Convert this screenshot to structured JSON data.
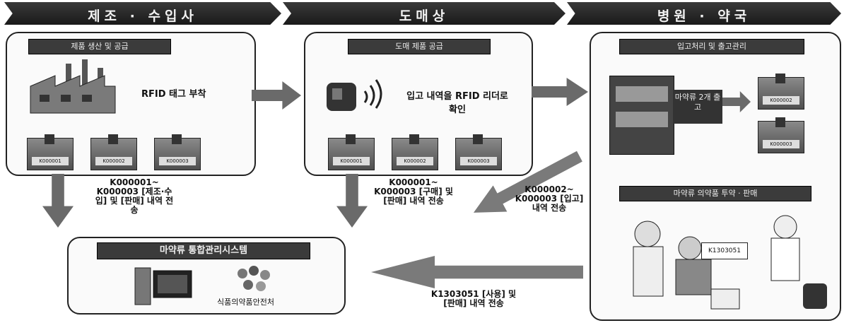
{
  "banners": [
    {
      "label": "제조 · 수입사"
    },
    {
      "label": "도매상"
    },
    {
      "label": "병원 · 약국"
    }
  ],
  "manufacturer": {
    "section_label": "제품 생산 및 공급",
    "rfid_text": "RFID 태그 부착",
    "crate_tags": [
      "K000001",
      "K000002",
      "K000003"
    ]
  },
  "wholesaler": {
    "section_label": "도매 제품 공급",
    "reader_text": "입고 내역을 RFID 리더로 확인",
    "crate_tags": [
      "K000001",
      "K000002",
      "K000003"
    ]
  },
  "hospital": {
    "section_label": "입고처리 및 출고관리",
    "stock_text": "마약류 2개 출고",
    "crate_tags": [
      "K000002",
      "K000003"
    ],
    "section_label2": "마약류 의약품 투약 · 판매",
    "patient_tag": "K1303051"
  },
  "captions": {
    "left": "K000001~ K000003 [제조·수입] 및 [판매] 내역 전송",
    "middle": "K000001~ K000003 [구매] 및 [판매] 내역 전송",
    "right": "K000002~ K000003 [입고] 내역 전송",
    "bottom": "K1303051 [사용] 및 [판매] 내역 전송"
  },
  "system": {
    "title": "마약류 통합관리시스템",
    "agency": "식품의약품안전처"
  },
  "colors": {
    "banner": "#2a2a2a",
    "arrow": "#6a6a6a",
    "box_border": "#222222"
  }
}
